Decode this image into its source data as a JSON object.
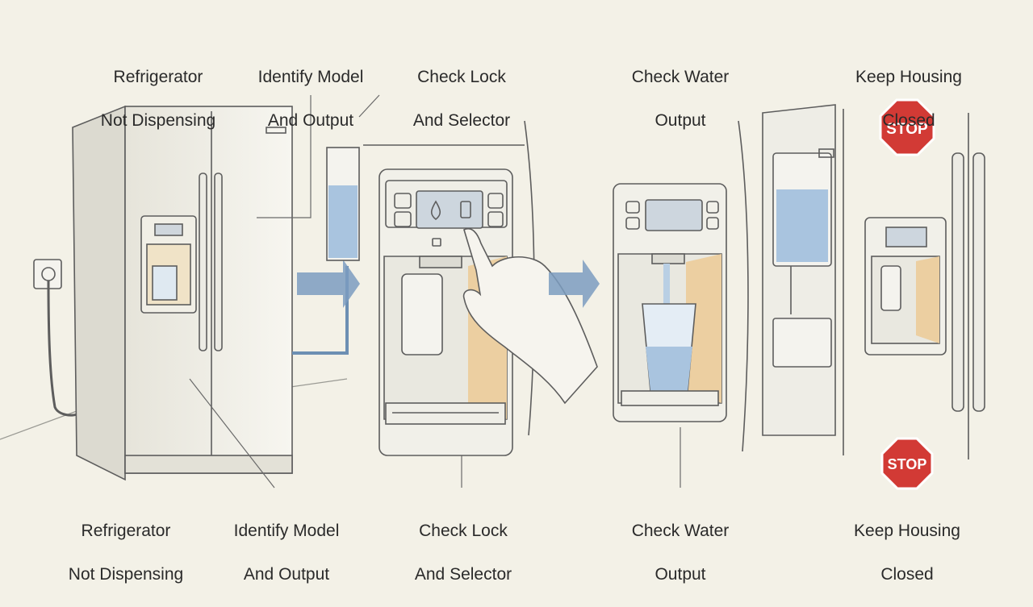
{
  "labels_top": [
    {
      "line1": "Refrigerator",
      "line2": "Not Dispensing"
    },
    {
      "line1": "Identify Model",
      "line2": "And Output"
    },
    {
      "line1": "Check Lock",
      "line2": "And Selector"
    },
    {
      "line1": "Check Water",
      "line2": "Output"
    },
    {
      "line1": "Keep Housing",
      "line2": "Closed"
    }
  ],
  "labels_bottom": [
    {
      "line1": "Refrigerator",
      "line2": "Not Dispensing"
    },
    {
      "line1": "Identify Model",
      "line2": "And Output"
    },
    {
      "line1": "Check Lock",
      "line2": "And Selector"
    },
    {
      "line1": "Check Water",
      "line2": "Output"
    },
    {
      "line1": "Keep Housing",
      "line2": "Closed"
    }
  ],
  "stop_signs": [
    {
      "text": "STOP"
    },
    {
      "text": "STOP"
    }
  ],
  "colors": {
    "background": "#f3f1e7",
    "line": "#5d5d5d",
    "arrow": "#7b9cbf",
    "water": "#a9c4df",
    "amber": "#e8c58f",
    "stop": "#d23a35"
  }
}
